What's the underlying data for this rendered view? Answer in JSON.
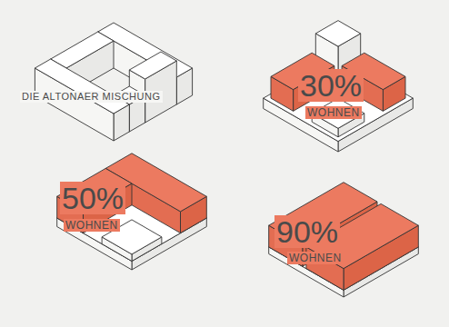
{
  "diagram": {
    "labels": [
      "DIE ALTONAER MISCHUNG",
      "30%",
      "WOHNEN",
      "50%",
      "WOHNEN",
      "90%",
      "WOHNEN"
    ]
  }
}
